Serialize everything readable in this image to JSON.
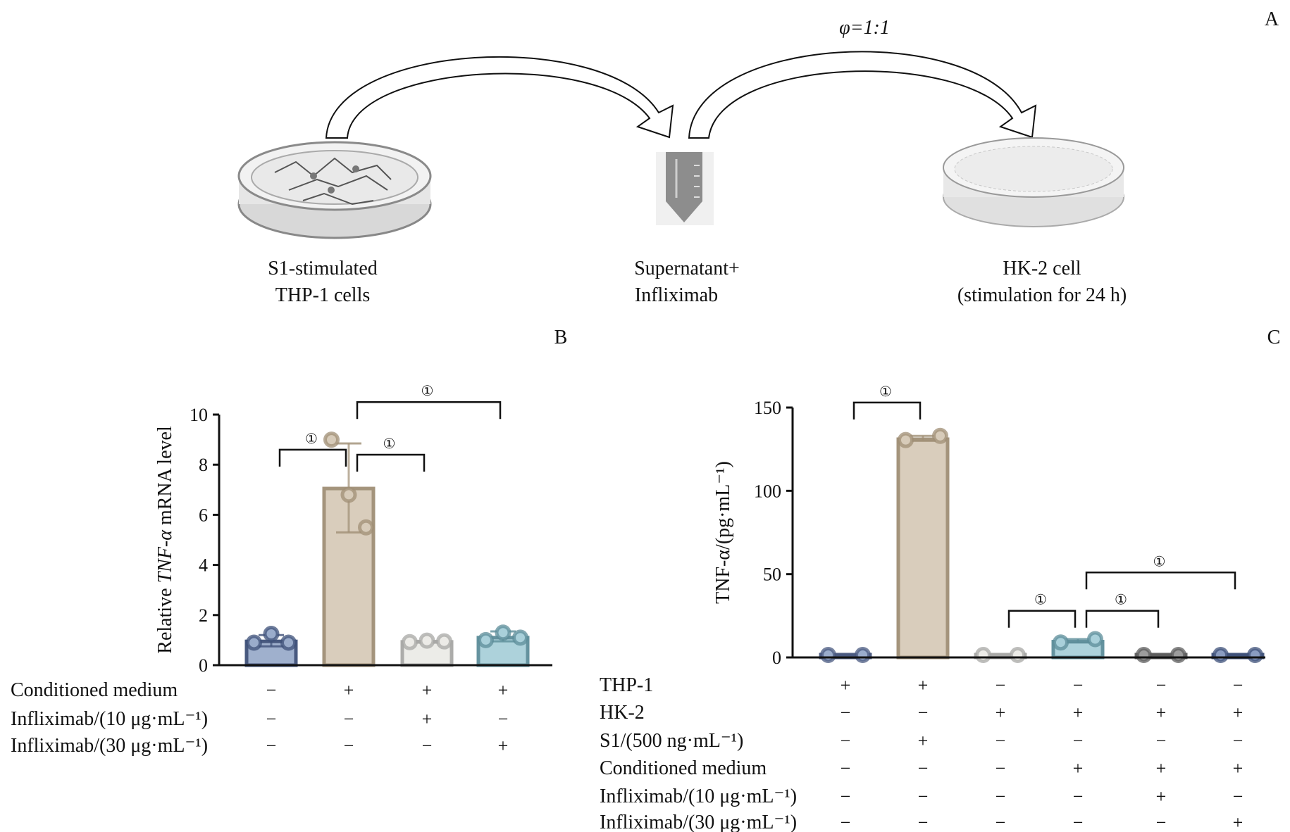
{
  "panel_a": {
    "label": "A",
    "ratio": "φ=1:1",
    "step1": [
      "S1-stimulated",
      "THP-1 cells"
    ],
    "step2": [
      "Supernatant+",
      "Infliximab"
    ],
    "step3": [
      "HK-2 cell",
      "(stimulation for 24 h)"
    ]
  },
  "chart_data": [
    {
      "panel": "B",
      "type": "bar",
      "ylabel_parts": [
        "Relative ",
        "TNF-α",
        " mRNA level"
      ],
      "ylim": [
        0,
        10
      ],
      "yticks": [
        0,
        2,
        4,
        6,
        8,
        10
      ],
      "grid": false,
      "bars": [
        {
          "value": 0.95,
          "err_low": 0.75,
          "err_high": 1.2,
          "points": [
            0.9,
            1.25,
            0.9
          ],
          "fill": "#9aaccb",
          "stroke": "#3f5179"
        },
        {
          "value": 7.05,
          "err_low": 5.3,
          "err_high": 8.85,
          "points": [
            9.0,
            6.8,
            5.5
          ],
          "fill": "#d7cbb9",
          "stroke": "#a08f75"
        },
        {
          "value": 0.93,
          "err_low": 0.9,
          "err_high": 0.97,
          "points": [
            0.92,
            0.98,
            0.95
          ],
          "fill": "#ecebe7",
          "stroke": "#a8a8a6"
        },
        {
          "value": 1.1,
          "err_low": 0.95,
          "err_high": 1.35,
          "points": [
            1.0,
            1.3,
            1.1
          ],
          "fill": "#a9d0da",
          "stroke": "#5d8e9a"
        }
      ],
      "significance": [
        {
          "from": 0,
          "to": 1,
          "level": 8.6,
          "mark": "①"
        },
        {
          "from": 1,
          "to": 2,
          "level": 8.4,
          "mark": "①"
        },
        {
          "from": 1,
          "to": 3,
          "level": 10.5,
          "mark": "①"
        }
      ],
      "conditions": [
        {
          "label": "Conditioned medium",
          "values": [
            "−",
            "+",
            "+",
            "+"
          ]
        },
        {
          "label": "Infliximab/(10 μg·mL⁻¹)",
          "values": [
            "−",
            "−",
            "+",
            "−"
          ]
        },
        {
          "label": "Infliximab/(30 μg·mL⁻¹)",
          "values": [
            "−",
            "−",
            "−",
            "+"
          ]
        }
      ]
    },
    {
      "panel": "C",
      "type": "bar",
      "ylabel_parts": [
        "TNF-α/(pg·mL⁻¹)"
      ],
      "ylim": [
        0,
        150
      ],
      "yticks": [
        0,
        50,
        100,
        150
      ],
      "grid": false,
      "bars": [
        {
          "value": 1.5,
          "err_low": 1.5,
          "err_high": 1.5,
          "points": [
            1.5,
            1.5
          ],
          "fill": "#9aaccb",
          "stroke": "#4a5a80"
        },
        {
          "value": 131,
          "err_low": 130,
          "err_high": 133,
          "points": [
            130.5,
            133
          ],
          "fill": "#d7cbb9",
          "stroke": "#a08f75"
        },
        {
          "value": 1.5,
          "err_low": 1.5,
          "err_high": 1.5,
          "points": [
            1.5,
            1.5
          ],
          "fill": "#ecebe7",
          "stroke": "#a8a8a6"
        },
        {
          "value": 9.5,
          "err_low": 9,
          "err_high": 11,
          "points": [
            9,
            11
          ],
          "fill": "#a9d0da",
          "stroke": "#5d8e9a"
        },
        {
          "value": 1.5,
          "err_low": 1.5,
          "err_high": 1.5,
          "points": [
            1.5,
            1.5
          ],
          "fill": "#9c9c9c",
          "stroke": "#5e5e5e"
        },
        {
          "value": 1.5,
          "err_low": 1.5,
          "err_high": 1.5,
          "points": [
            1.5,
            1.5
          ],
          "fill": "#8a9cc0",
          "stroke": "#3f5179"
        }
      ],
      "significance": [
        {
          "from": 0,
          "to": 1,
          "level": 153,
          "mark": "①"
        },
        {
          "from": 2,
          "to": 3,
          "level": 28,
          "mark": "①"
        },
        {
          "from": 3,
          "to": 4,
          "level": 28,
          "mark": "①"
        },
        {
          "from": 3,
          "to": 5,
          "level": 51,
          "mark": "①"
        }
      ],
      "conditions": [
        {
          "label": "THP-1",
          "values": [
            "+",
            "+",
            "−",
            "−",
            "−",
            "−"
          ]
        },
        {
          "label": "HK-2",
          "values": [
            "−",
            "−",
            "+",
            "+",
            "+",
            "+"
          ]
        },
        {
          "label": "S1/(500 ng·mL⁻¹)",
          "values": [
            "−",
            "+",
            "−",
            "−",
            "−",
            "−"
          ]
        },
        {
          "label": "Conditioned medium",
          "values": [
            "−",
            "−",
            "−",
            "+",
            "+",
            "+"
          ]
        },
        {
          "label": "Infliximab/(10 μg·mL⁻¹)",
          "values": [
            "−",
            "−",
            "−",
            "−",
            "+",
            "−"
          ]
        },
        {
          "label": "Infliximab/(30 μg·mL⁻¹)",
          "values": [
            "−",
            "−",
            "−",
            "−",
            "−",
            "+"
          ]
        }
      ]
    }
  ]
}
